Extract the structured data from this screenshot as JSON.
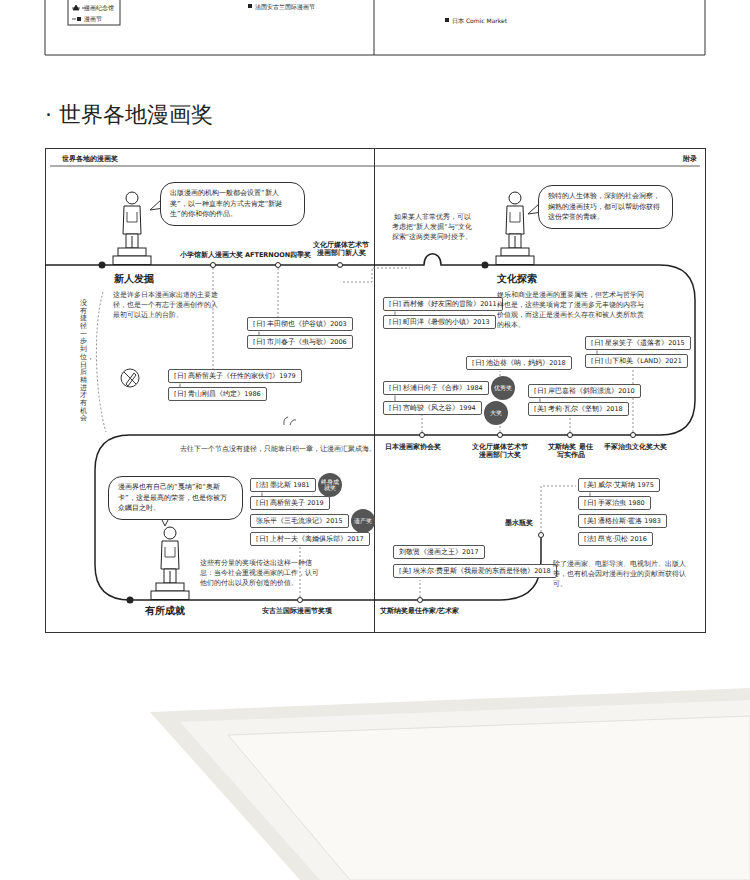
{
  "diagram": {
    "title": "· 世界各地漫画奖",
    "nodes": [
      {
        "text": [
          "出版漫画的机构一般都会设置“新人奖”，以一种直率的方式去肯定“新诞生”的你和你的作品。"
        ]
      },
      {
        "text": [
          "[日] 丰田彻也《护谷镇》2003"
        ]
      },
      {
        "text": [
          "[日] 市川春子《虫与歌》2006"
        ]
      },
      {
        "text": [
          "[日] 高桥留美子《任性的家伙们》1979"
        ]
      },
      {
        "text": [
          "[日] 青山刚昌《约定》1986"
        ]
      },
      {
        "text": [
          "独特的人生体验，深刻的社会洞察，娴熟的漫画技巧，都可以帮助你获得这份荣誉的青睐。"
        ]
      },
      {
        "text": [
          "[日] 西村修《好友国的冒险》2011"
        ]
      },
      {
        "text": [
          "[日] 町田洋《暑假的小镇》2013"
        ]
      },
      {
        "text": [
          "[日] 池边葵《呐，妈妈》2018"
        ]
      },
      {
        "text": [
          "[日] 杉浦日向子《合葬》1984"
        ]
      },
      {
        "text": [
          "优秀奖"
        ]
      },
      {
        "text": [
          "[日] 宫崎骏《风之谷》1994"
        ]
      },
      {
        "text": [
          "大奖"
        ]
      },
      {
        "text": [
          "[日] 岸巴嘉裕《斜阳漂流》2010"
        ]
      },
      {
        "text": [
          "[美] 考莉·瓦尔《坚韧》2018"
        ]
      },
      {
        "text": [
          "[日] 星泉笑子《遗落者》2015"
        ]
      },
      {
        "text": [
          "[日] 山下和美《LAND》2021"
        ]
      },
      {
        "text": [
          "漫画界也有自己的“戛纳”和“奥斯卡”，这是最高的荣誉，也是你被万众瞩目之时。"
        ]
      },
      {
        "text": [
          "[法] 墨比斯 1981"
        ]
      },
      {
        "text": [
          "终身成就奖"
        ]
      },
      {
        "text": [
          "[日] 高桥留美子 2019"
        ]
      },
      {
        "text": [
          "张乐平《三毛流浪记》2015"
        ]
      },
      {
        "text": [
          "遗产奖"
        ]
      },
      {
        "text": [
          "[日] 上村一夫《离婚俱乐部》2017"
        ]
      },
      {
        "text": [
          "刘敬贤《漫画之王》2017"
        ]
      },
      {
        "text": [
          "[美] 埃米尔·费里斯《我最爱的东西是怪物》2018"
        ]
      },
      {
        "text": [
          "[美] 威尔·艾斯纳 1975"
        ]
      },
      {
        "text": [
          "[日] 手冢治虫 1980"
        ]
      },
      {
        "text": [
          "[美] 潘格拉斯·霍洛 1983"
        ]
      },
      {
        "text": [
          "[法] 昂克·贝松 2016"
        ]
      }
    ],
    "edges": [
      {
        "from": 1,
        "to": 2,
        "arrow": "none"
      },
      {
        "from": 3,
        "to": 4,
        "arrow": "none"
      },
      {
        "from": 6,
        "to": 7,
        "arrow": "none"
      },
      {
        "from": 9,
        "to": 11,
        "arrow": "none"
      },
      {
        "from": 13,
        "to": 14,
        "arrow": "none"
      },
      {
        "from": 15,
        "to": 16,
        "arrow": "none"
      },
      {
        "from": 18,
        "to": 20,
        "arrow": "none"
      },
      {
        "from": 26,
        "to": 27,
        "arrow": "none"
      }
    ],
    "labels": [
      "世界各地的漫画奖",
      "附录",
      "法国安古兰国际漫画节",
      "日本 Comic Market",
      "新人发掘",
      "文化探索",
      "有所成就",
      "小学馆新人漫画大奖",
      "AFTERNOON四季奖",
      "文化厅媒体艺术节 漫画部门新人奖",
      "日本漫画家协会奖",
      "文化厅媒体艺术节 漫画部门大奖",
      "艾斯纳奖 最佳写实作品",
      "手冢治虫文化奖大奖",
      "安古兰国际漫画节奖项",
      "墨水瓶奖",
      "艾斯纳奖最佳作家/艺术家",
      "这是许多日本漫画家出道的主要途径，也是一个有志于漫画创作的人最初可以迈上的台阶。",
      "如果某人非常优秀，可以考虑把“新人发掘”与“文化探索”这两类奖同时授予。",
      "娱乐和商业是漫画的重要属性，但艺术与哲学同样也是，这些奖项肯定了漫画多元丰饶的内容与价值观，而这正是漫画长久存在和被人类所欣赏的根本。",
      "去往下一个节点没有捷径，只能靠日积一章，让漫画汇聚成海。",
      "这些有分量的奖项传达出这样一种信息：当今社会重视漫画家的工作，认可他们的付出以及所创造的价值。",
      "除了漫画家、电影导演、电视制片、出版人等，也有机会因对漫画行业的贡献而获得认可。",
      "没有捷径一步到位，日后精进才有机会"
    ],
    "legend": [
      {
        "text": "漫画纪念馆"
      },
      {
        "text": "漫画节"
      }
    ]
  }
}
